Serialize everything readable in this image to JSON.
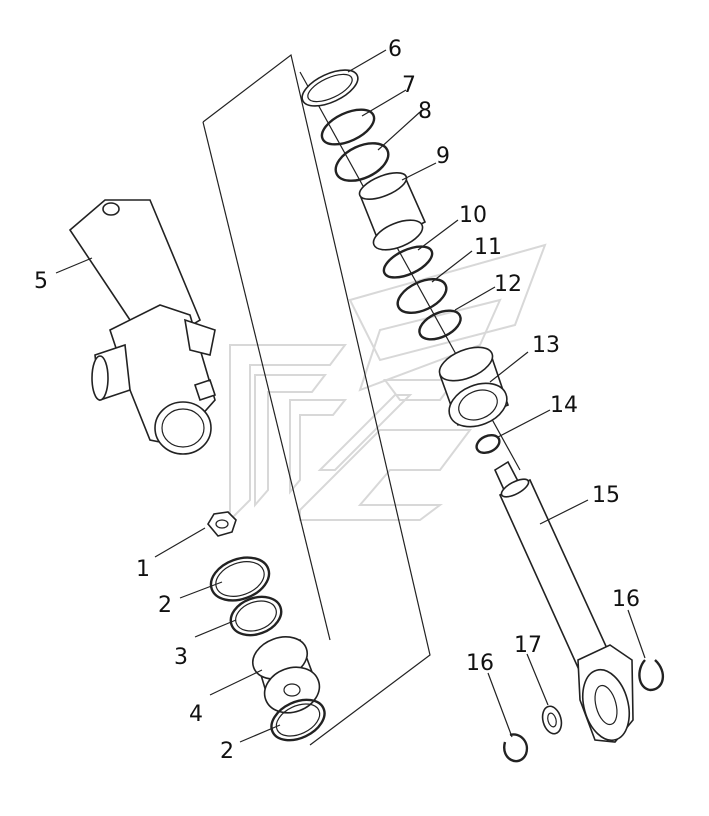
{
  "diagram": {
    "callouts": [
      {
        "id": "c1",
        "label": "1"
      },
      {
        "id": "c2a",
        "label": "2"
      },
      {
        "id": "c3",
        "label": "3"
      },
      {
        "id": "c4",
        "label": "4"
      },
      {
        "id": "c2b",
        "label": "2"
      },
      {
        "id": "c5",
        "label": "5"
      },
      {
        "id": "c6",
        "label": "6"
      },
      {
        "id": "c7",
        "label": "7"
      },
      {
        "id": "c8",
        "label": "8"
      },
      {
        "id": "c9",
        "label": "9"
      },
      {
        "id": "c10",
        "label": "10"
      },
      {
        "id": "c11",
        "label": "11"
      },
      {
        "id": "c12",
        "label": "12"
      },
      {
        "id": "c13",
        "label": "13"
      },
      {
        "id": "c14",
        "label": "14"
      },
      {
        "id": "c15",
        "label": "15"
      },
      {
        "id": "c16a",
        "label": "16"
      },
      {
        "id": "c16b",
        "label": "16"
      },
      {
        "id": "c17",
        "label": "17"
      }
    ]
  }
}
